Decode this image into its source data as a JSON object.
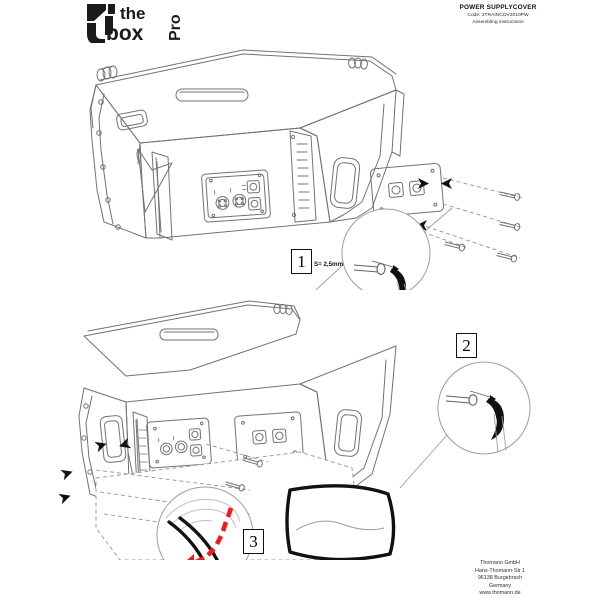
{
  "document": {
    "brand_logo_text": "the box pro",
    "title": "POWER SUPPLYCOVER",
    "code": "Code: 2TRAINCOV2010PW",
    "subtitle": "Assembling instructions"
  },
  "steps": [
    {
      "number": "1",
      "note": "S= 2,5mm"
    },
    {
      "number": "2",
      "note": ""
    },
    {
      "number": "3",
      "note": ""
    }
  ],
  "footer": {
    "company": "Thomann GmbH",
    "street": "Hans-Thomann-Str.1",
    "city": "96138 Burgebrach",
    "country": "Germany",
    "website": "www.thomann.de"
  },
  "colors": {
    "line": "#6f7277",
    "line_dark": "#3c3f44",
    "accent_red": "#e8201c",
    "black": "#111111",
    "paper": "#ffffff"
  },
  "figures": {
    "top": {
      "caption": "Line-array speaker cabinet, rear three-quarter view with power supply cover plate exploded on four screws",
      "detail_circle": "Close-up of screw and rubber gasket edge"
    },
    "bottom": {
      "caption": "Line-array speaker cabinet with soft protective cover being fitted over the rear panel",
      "detail_circle_top": "Close-up of screw and rubber gasket edge",
      "detail_circle_bottom": "Close-up of strap routing with pull direction arrow"
    }
  }
}
